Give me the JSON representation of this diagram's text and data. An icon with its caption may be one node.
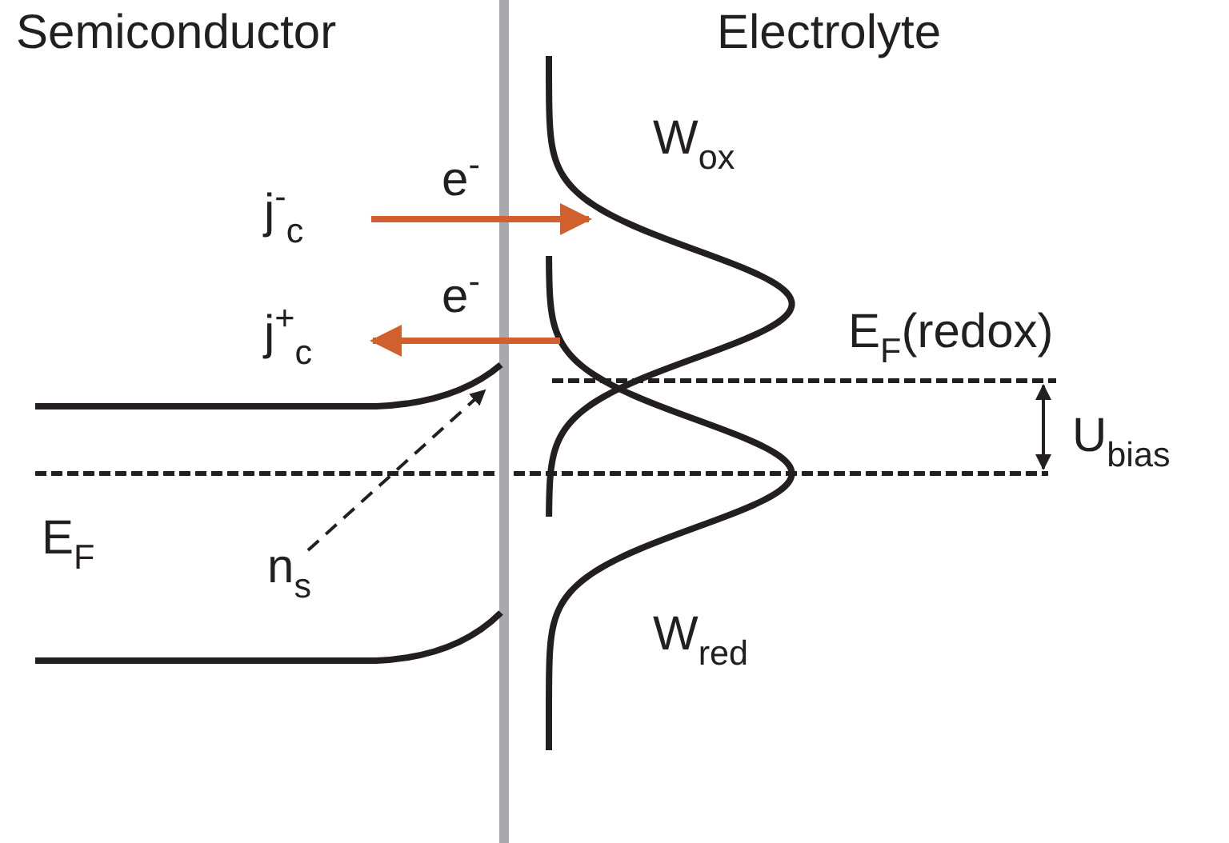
{
  "diagram": {
    "nodes": [
      {
        "text": [
          "n$_{s}$"
        ]
      },
      {
        "text": [],
        "shape": "line"
      }
    ],
    "edges": [
      {
        "from": 0,
        "to": 1,
        "arrow": "to",
        "style": "dashed"
      }
    ],
    "labels": [
      "Semiconductor",
      "Electrolyte",
      "W$_{ox}$",
      "e$^{-}$",
      "j$^{-}$$_{c}$",
      "e$^{-}$",
      "j$^{+}$$_{c}$",
      "E$_{F}$(redox)",
      "U$_{bias}$",
      "E$_{F}$",
      "W$_{red}$"
    ]
  }
}
